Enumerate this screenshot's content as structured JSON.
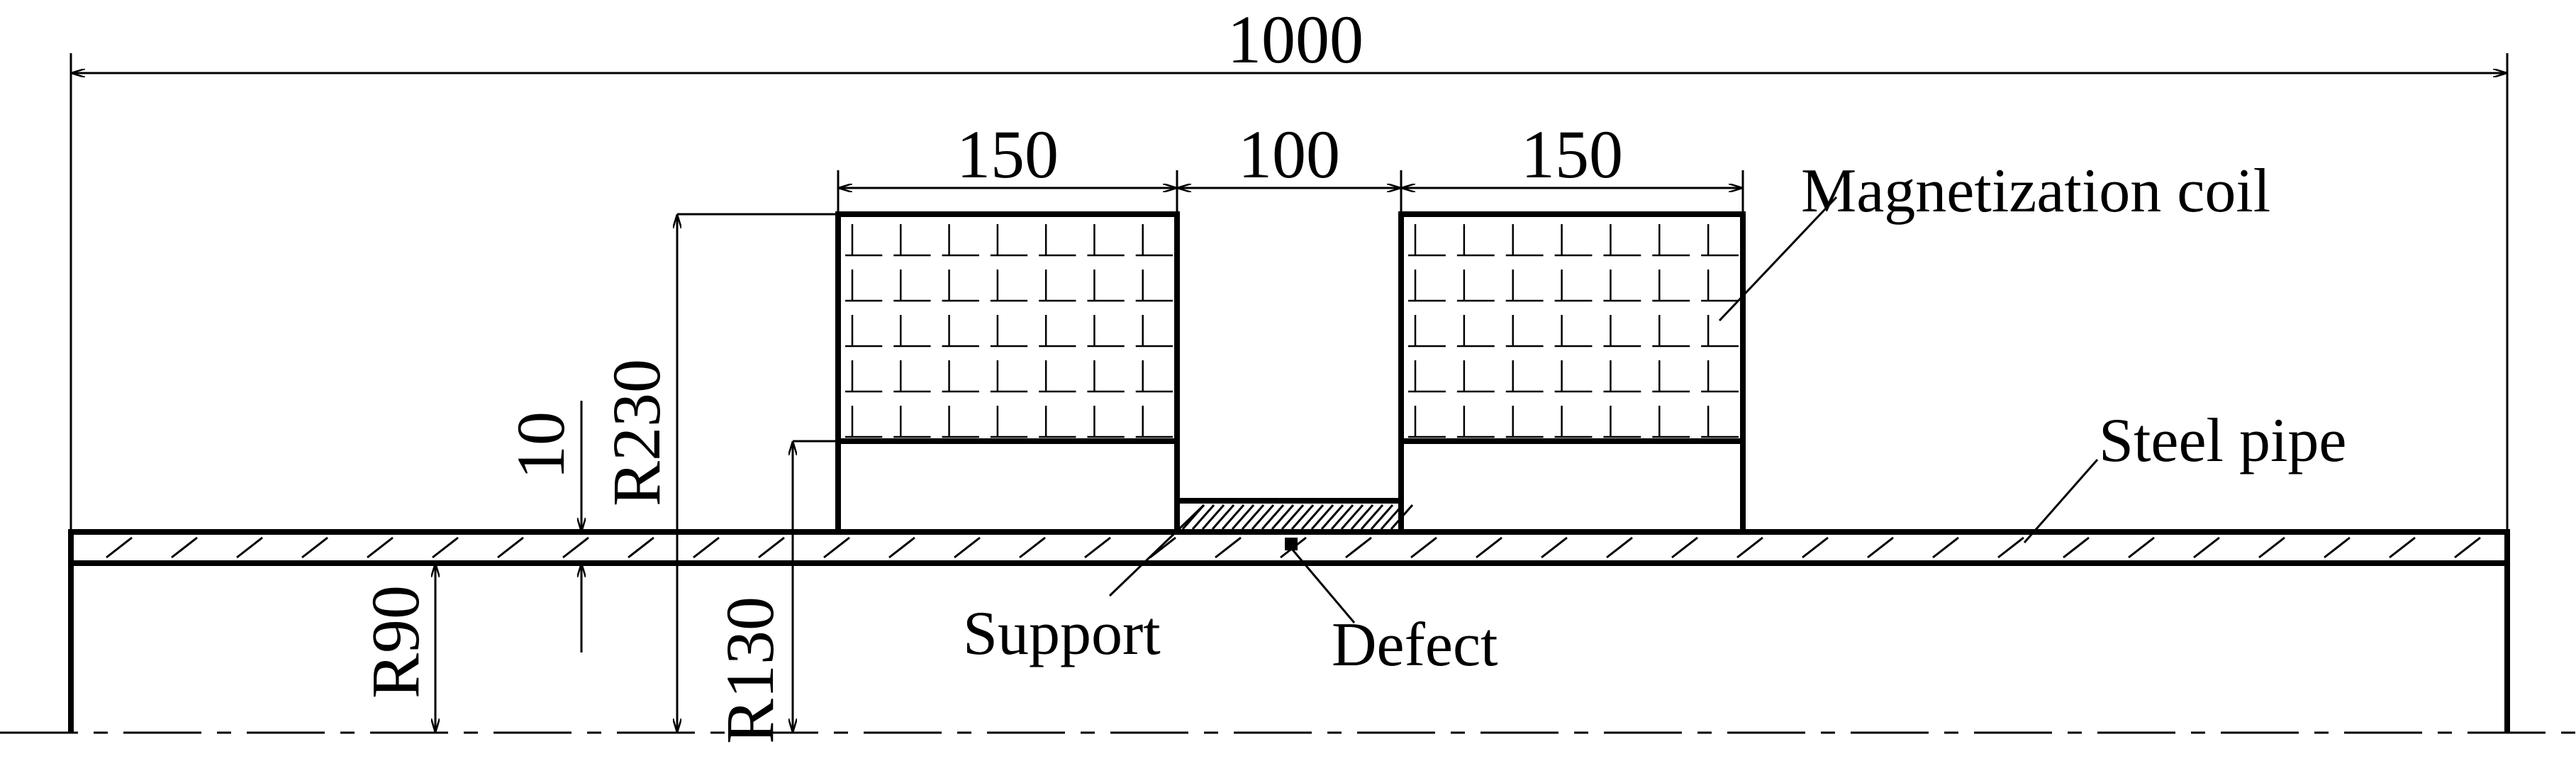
{
  "dimensions": {
    "overall_length": "1000",
    "coil_left_width": "150",
    "gap_width": "100",
    "coil_right_width": "150",
    "wall_thickness": "10",
    "radius_coil_outer": "R230",
    "radius_pipe_inner": "R90",
    "radius_coil_inner": "R130"
  },
  "labels": {
    "magnetization_coil": "Magnetization coil",
    "steel_pipe": "Steel pipe",
    "support": "Support",
    "defect": "Defect"
  }
}
